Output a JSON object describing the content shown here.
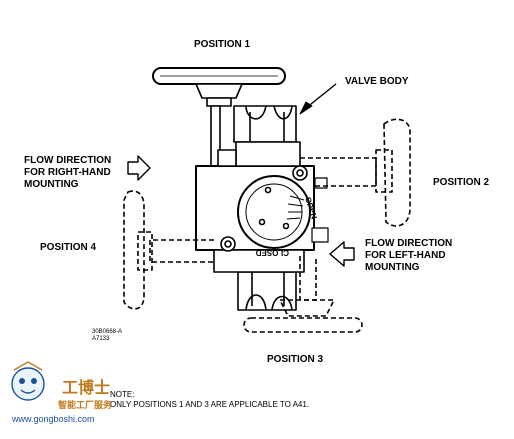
{
  "labels": {
    "position_1": "POSITION 1",
    "position_2": "POSITION 2",
    "position_3": "POSITION 3",
    "position_4": "POSITION 4",
    "valve_body": "VALVE BODY",
    "flow_right": [
      "FLOW DIRECTION",
      "FOR RIGHT-HAND",
      "MOUNTING"
    ],
    "flow_left": [
      "FLOW DIRECTION",
      "FOR LEFT-HAND",
      "MOUNTING"
    ],
    "open_mark": "OPEN",
    "close_mark": "CLOSED",
    "drawing_no": [
      "30B0668-A",
      "A7133"
    ]
  },
  "note": {
    "heading": "NOTE:",
    "text": "ONLY POSITIONS 1 AND 3 ARE APPLICABLE TO A41."
  },
  "watermark": {
    "brand": "工博士",
    "tagline": "智能工厂服务",
    "url": "www.gongboshi.com"
  },
  "colors": {
    "line": "#000000",
    "watermark_brand": "#c07a1a",
    "watermark_url": "#1b4f9c"
  }
}
